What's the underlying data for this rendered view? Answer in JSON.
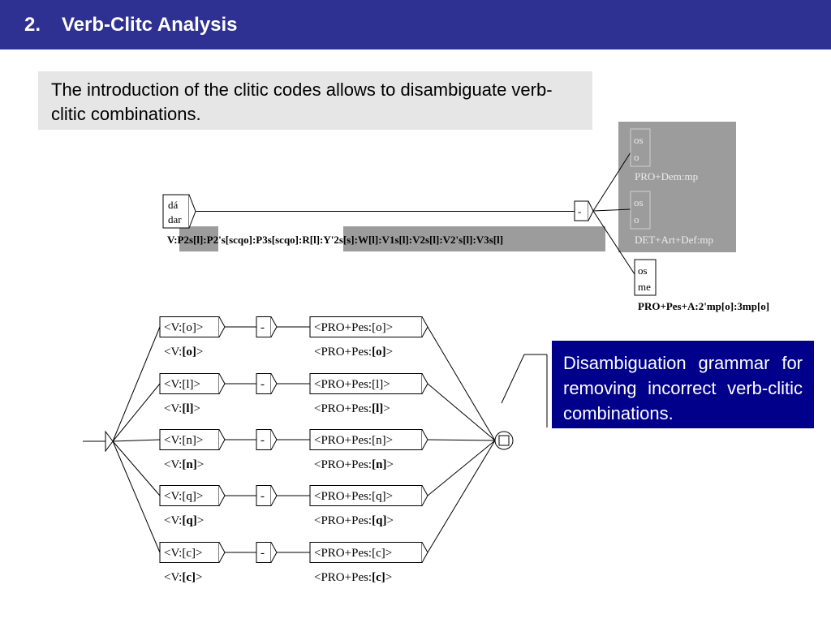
{
  "header": {
    "number": "2.",
    "title": "Verb-Clitc Analysis"
  },
  "intro": {
    "text": "The introduction of the clitic codes allows to disambiguate verb-clitic combinations."
  },
  "callout": {
    "text": "Disambiguation grammar for removing incorrect verb-clitic combinations."
  },
  "top_graph": {
    "verb_box": {
      "line1": "dá",
      "line2": "dar"
    },
    "verb_tags": {
      "prefix": "V:",
      "p1": "P2s[l]:",
      "p2": "P2's[scqo]:P3s[scqo]:",
      "p3": "R[l]:Y'2s[s]:W[l]:V1s[l]:V2s[l]:V2's[l]:V3s[l]"
    },
    "hyphen": "-",
    "clitic1": {
      "line1": "os",
      "line2": "o",
      "tag": "PRO+Dem:mp"
    },
    "clitic2": {
      "line1": "os",
      "line2": "o",
      "tag": "DET+Art+Def:mp"
    },
    "clitic3": {
      "line1": "os",
      "line2": "me",
      "tag": "PRO+Pes+A:2'mp[o]:3mp[o]"
    }
  },
  "bottom_graph": {
    "rows": [
      {
        "verb": "<V:[o]>",
        "verb_out_a": "<V:",
        "verb_out_b": "[o]",
        "verb_out_c": ">",
        "hyphen": "-",
        "pro": "<PRO+Pes:[o]>",
        "pro_out_a": "<PRO+Pes:",
        "pro_out_b": "[o]",
        "pro_out_c": ">"
      },
      {
        "verb": "<V:[l]>",
        "verb_out_a": "<V:",
        "verb_out_b": "[l]",
        "verb_out_c": ">",
        "hyphen": "-",
        "pro": "<PRO+Pes:[l]>",
        "pro_out_a": "<PRO+Pes:",
        "pro_out_b": "[l]",
        "pro_out_c": ">"
      },
      {
        "verb": "<V:[n]>",
        "verb_out_a": "<V:",
        "verb_out_b": "[n]",
        "verb_out_c": ">",
        "hyphen": "-",
        "pro": "<PRO+Pes:[n]>",
        "pro_out_a": "<PRO+Pes:",
        "pro_out_b": "[n]",
        "pro_out_c": ">"
      },
      {
        "verb": "<V:[q]>",
        "verb_out_a": "<V:",
        "verb_out_b": "[q]",
        "verb_out_c": ">",
        "hyphen": "-",
        "pro": "<PRO+Pes:[q]>",
        "pro_out_a": "<PRO+Pes:",
        "pro_out_b": "[q]",
        "pro_out_c": ">"
      },
      {
        "verb": "<V:[c]>",
        "verb_out_a": "<V:",
        "verb_out_b": "[c]",
        "verb_out_c": ">",
        "hyphen": "-",
        "pro": "<PRO+Pes:[c]>",
        "pro_out_a": "<PRO+Pes:",
        "pro_out_b": "[c]",
        "pro_out_c": ">"
      }
    ]
  }
}
